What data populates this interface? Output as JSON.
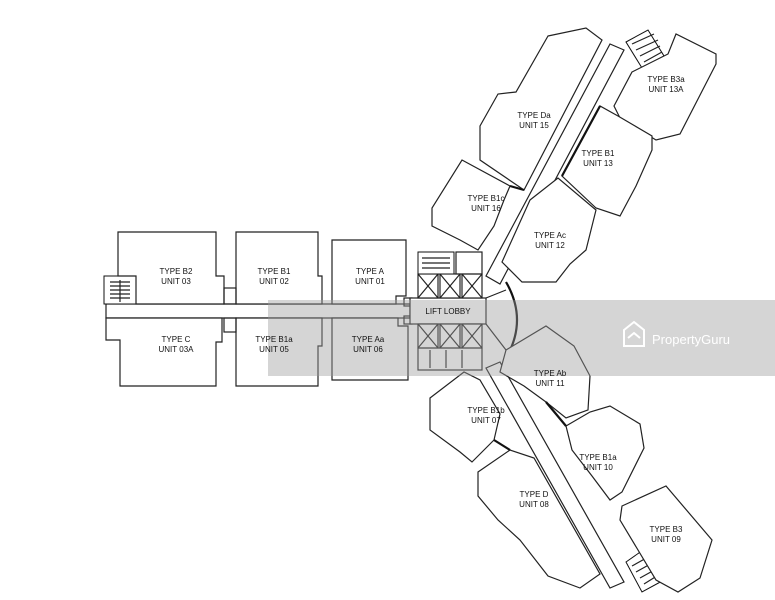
{
  "units": [
    {
      "id": "u03",
      "type": "TYPE B2",
      "unit": "UNIT 03"
    },
    {
      "id": "u02",
      "type": "TYPE B1",
      "unit": "UNIT 02"
    },
    {
      "id": "u01",
      "type": "TYPE A",
      "unit": "UNIT 01"
    },
    {
      "id": "u03a",
      "type": "TYPE C",
      "unit": "UNIT 03A"
    },
    {
      "id": "u05",
      "type": "TYPE B1a",
      "unit": "UNIT 05"
    },
    {
      "id": "u06",
      "type": "TYPE Aa",
      "unit": "UNIT 06"
    },
    {
      "id": "u15",
      "type": "TYPE Da",
      "unit": "UNIT 15"
    },
    {
      "id": "u13a",
      "type": "TYPE B3a",
      "unit": "UNIT 13A"
    },
    {
      "id": "u13",
      "type": "TYPE B1",
      "unit": "UNIT 13"
    },
    {
      "id": "u16",
      "type": "TYPE B1c",
      "unit": "UNIT 16"
    },
    {
      "id": "u12",
      "type": "TYPE Ac",
      "unit": "UNIT 12"
    },
    {
      "id": "u11",
      "type": "TYPE Ab",
      "unit": "UNIT 11"
    },
    {
      "id": "u07",
      "type": "TYPE B1b",
      "unit": "UNIT 07"
    },
    {
      "id": "u10",
      "type": "TYPE B1a",
      "unit": "UNIT 10"
    },
    {
      "id": "u08",
      "type": "TYPE D",
      "unit": "UNIT 08"
    },
    {
      "id": "u09",
      "type": "TYPE B3",
      "unit": "UNIT 09"
    }
  ],
  "lift_lobby": "LIFT LOBBY",
  "watermark": {
    "brand": "PropertyGuru"
  },
  "colors": {
    "line": "#222222",
    "watermark_band": "#9a9a9a"
  }
}
